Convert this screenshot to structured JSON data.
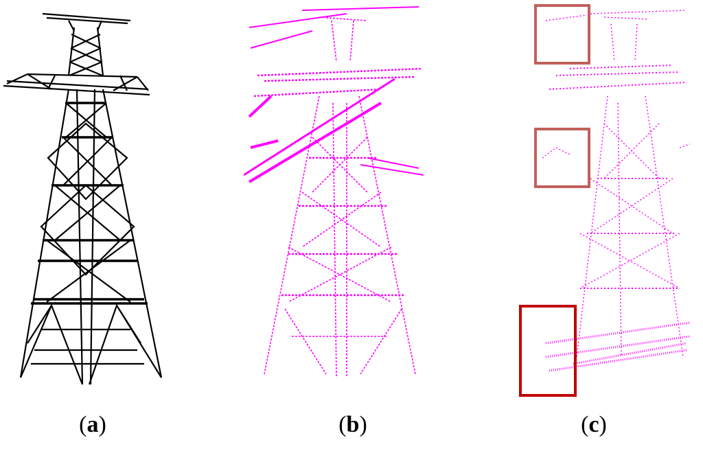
{
  "colors": {
    "model": "#000000",
    "points": "#ff00ff",
    "box_light": "#c0605a",
    "box_dark": "#c00000"
  },
  "captions": {
    "a": "a",
    "b": "b",
    "c": "c"
  },
  "highlights": [
    "highlight-box-top",
    "highlight-box-middle",
    "highlight-box-bottom"
  ]
}
